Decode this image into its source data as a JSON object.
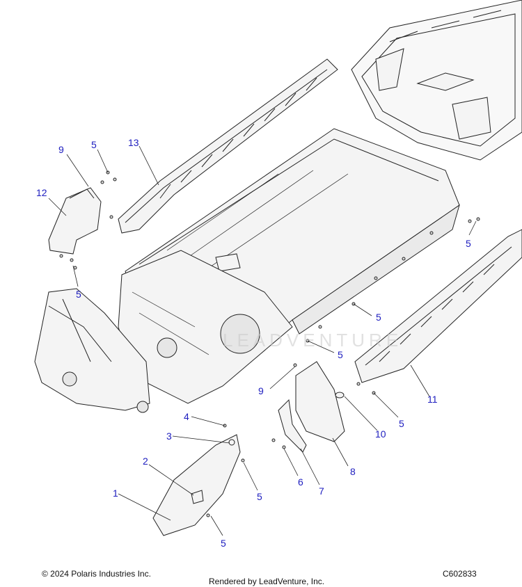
{
  "diagram": {
    "callouts": [
      {
        "id": "c9a",
        "label": "9"
      },
      {
        "id": "c5a",
        "label": "5"
      },
      {
        "id": "c13",
        "label": "13"
      },
      {
        "id": "c12",
        "label": "12"
      },
      {
        "id": "c5b",
        "label": "5"
      },
      {
        "id": "c5c",
        "label": "5"
      },
      {
        "id": "c5d",
        "label": "5"
      },
      {
        "id": "c5e",
        "label": "5"
      },
      {
        "id": "c9b",
        "label": "9"
      },
      {
        "id": "c11",
        "label": "11"
      },
      {
        "id": "c10",
        "label": "10"
      },
      {
        "id": "c5f",
        "label": "5"
      },
      {
        "id": "c4",
        "label": "4"
      },
      {
        "id": "c3",
        "label": "3"
      },
      {
        "id": "c2",
        "label": "2"
      },
      {
        "id": "c1",
        "label": "1"
      },
      {
        "id": "c8",
        "label": "8"
      },
      {
        "id": "c6",
        "label": "6"
      },
      {
        "id": "c7",
        "label": "7"
      },
      {
        "id": "c5g",
        "label": "5"
      },
      {
        "id": "c5h",
        "label": "5"
      }
    ],
    "watermark": "LEADVENTURE",
    "colors": {
      "callout": "#1d1dbf",
      "line": "#222222",
      "fill": "#f4f4f4"
    }
  },
  "footer": {
    "copyright": "© 2024 Polaris Industries Inc.",
    "rendered": "Rendered by LeadVenture, Inc.",
    "code": "C602833"
  }
}
